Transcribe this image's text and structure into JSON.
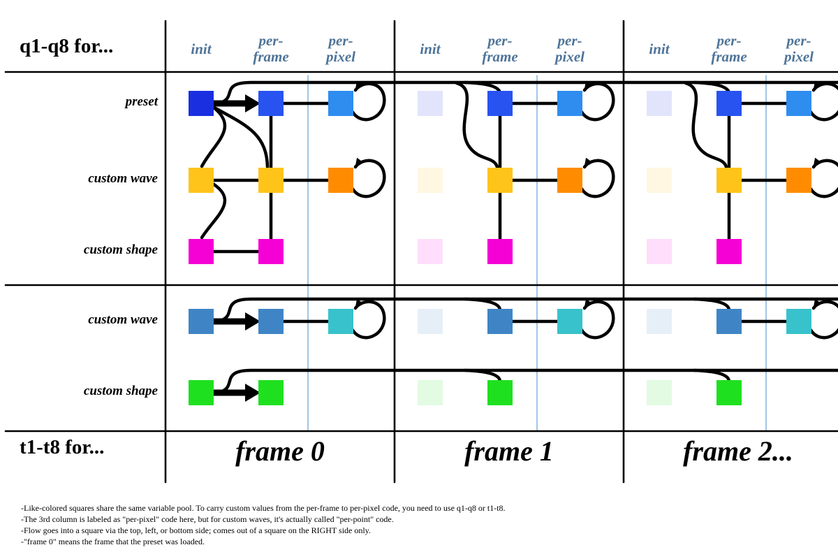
{
  "title_q": "q1-q8 for...",
  "title_t": "t1-t8 for...",
  "columns": [
    "init",
    "per-\nframe",
    "per-\npixel"
  ],
  "frames": [
    "frame 0",
    "frame 1",
    "frame 2..."
  ],
  "sections": {
    "q": {
      "rows": [
        {
          "label": "preset",
          "colors": {
            "init": "#1a2fe0",
            "per_frame": "#2853f0",
            "per_pixel": "#2f8df0"
          }
        },
        {
          "label": "custom wave",
          "colors": {
            "init": "#ffc41a",
            "per_frame": "#ffc41a",
            "per_pixel": "#ff8c00"
          }
        },
        {
          "label": "custom shape",
          "colors": {
            "init": "#f500d5",
            "per_frame": "#f500d5",
            "per_pixel": null
          }
        }
      ]
    },
    "t": {
      "rows": [
        {
          "label": "custom wave",
          "colors": {
            "init": "#3f85c6",
            "per_frame": "#3f85c6",
            "per_pixel": "#38c2cc"
          }
        },
        {
          "label": "custom shape",
          "colors": {
            "init": "#1fe01f",
            "per_frame": "#1fe01f",
            "per_pixel": null
          }
        }
      ]
    }
  },
  "notes": [
    "-Like-colored squares share the same variable pool.  To carry custom values from the per-frame to per-pixel code, you need to use q1-q8 or t1-t8.",
    "-The 3rd column is labeled as \"per-pixel\" code here, but for custom waves, it's actually called \"per-point\" code.",
    "-Flow goes into a square via the top, left, or bottom side; comes out of a square on the RIGHT side only.",
    "-\"frame 0\" means the frame that the preset was loaded."
  ],
  "style": {
    "header_color": "#4e7499",
    "line_color": "#000000",
    "thin_line_color": "#6fa8dc",
    "faded_opacity": 0.13
  }
}
